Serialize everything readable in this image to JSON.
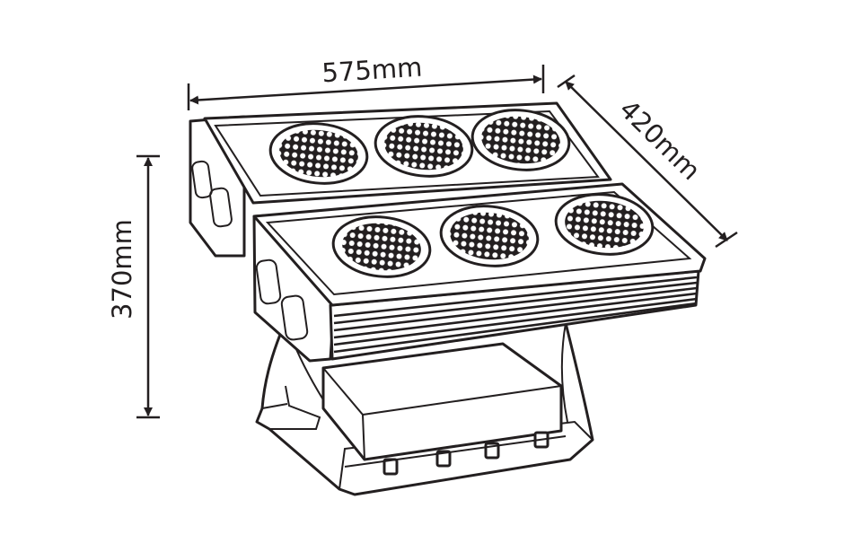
{
  "dimensions": {
    "width": "575mm",
    "depth": "420mm",
    "height": "370mm"
  },
  "colors": {
    "line": "#231f20",
    "background": "#ffffff"
  },
  "fixture": {
    "panels": 2,
    "lenses_per_panel": 3
  }
}
